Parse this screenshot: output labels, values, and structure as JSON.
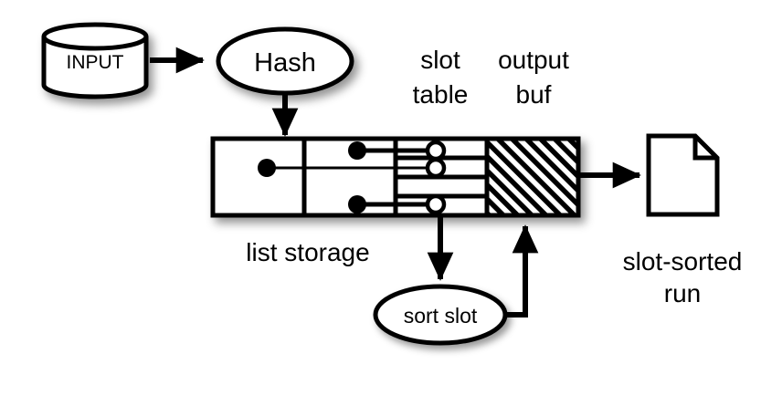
{
  "diagram": {
    "title": "hash-based slot sorting pipeline",
    "background_color": "#ffffff",
    "stroke_color": "#000000",
    "fill_color": "#ffffff",
    "nodes": {
      "input_cylinder": {
        "label": "INPUT",
        "shape": "cylinder"
      },
      "hash_ellipse": {
        "label": "Hash",
        "shape": "ellipse"
      },
      "sort_slot_ellipse": {
        "label": "sort slot",
        "shape": "ellipse"
      },
      "output_document": {
        "label": "",
        "shape": "document"
      }
    },
    "headers": {
      "slot_table_line1": "slot",
      "slot_table_line2": "table",
      "output_buf_line1": "output",
      "output_buf_line2": "buf"
    },
    "captions": {
      "list_storage": "list storage",
      "slot_sorted_line1": "slot-sorted",
      "slot_sorted_line2": "run"
    },
    "memory_box": {
      "cells": [
        {
          "name": "list-storage-cell-1",
          "fill": "white"
        },
        {
          "name": "list-storage-cell-2",
          "fill": "white"
        },
        {
          "name": "slot-table-cell",
          "fill": "white"
        },
        {
          "name": "output-buf-cell",
          "fill": "diagonal-hatch"
        }
      ],
      "slot_table_rows": 4,
      "slot_table_occupied_rows": [
        1,
        2,
        4
      ],
      "list_nodes": [
        {
          "cell": 1,
          "row": 2,
          "marker": "filled-dot"
        },
        {
          "cell": 2,
          "row": 1,
          "marker": "filled-dot"
        },
        {
          "cell": 2,
          "row": 4,
          "marker": "filled-dot"
        }
      ],
      "slot_pointers": [
        {
          "row": 1,
          "marker": "hollow-circle"
        },
        {
          "row": 2,
          "marker": "hollow-circle"
        },
        {
          "row": 4,
          "marker": "hollow-circle"
        }
      ]
    },
    "edges": [
      {
        "from": "input_cylinder",
        "to": "hash_ellipse",
        "style": "solid-arrow"
      },
      {
        "from": "hash_ellipse",
        "to": "memory_box",
        "style": "solid-arrow"
      },
      {
        "from": "slot_table_cell",
        "to": "sort_slot_ellipse",
        "style": "solid-arrow"
      },
      {
        "from": "sort_slot_ellipse",
        "to": "output_buf_cell",
        "style": "elbow-arrow"
      },
      {
        "from": "output_buf_cell",
        "to": "output_document",
        "style": "solid-arrow"
      }
    ]
  }
}
